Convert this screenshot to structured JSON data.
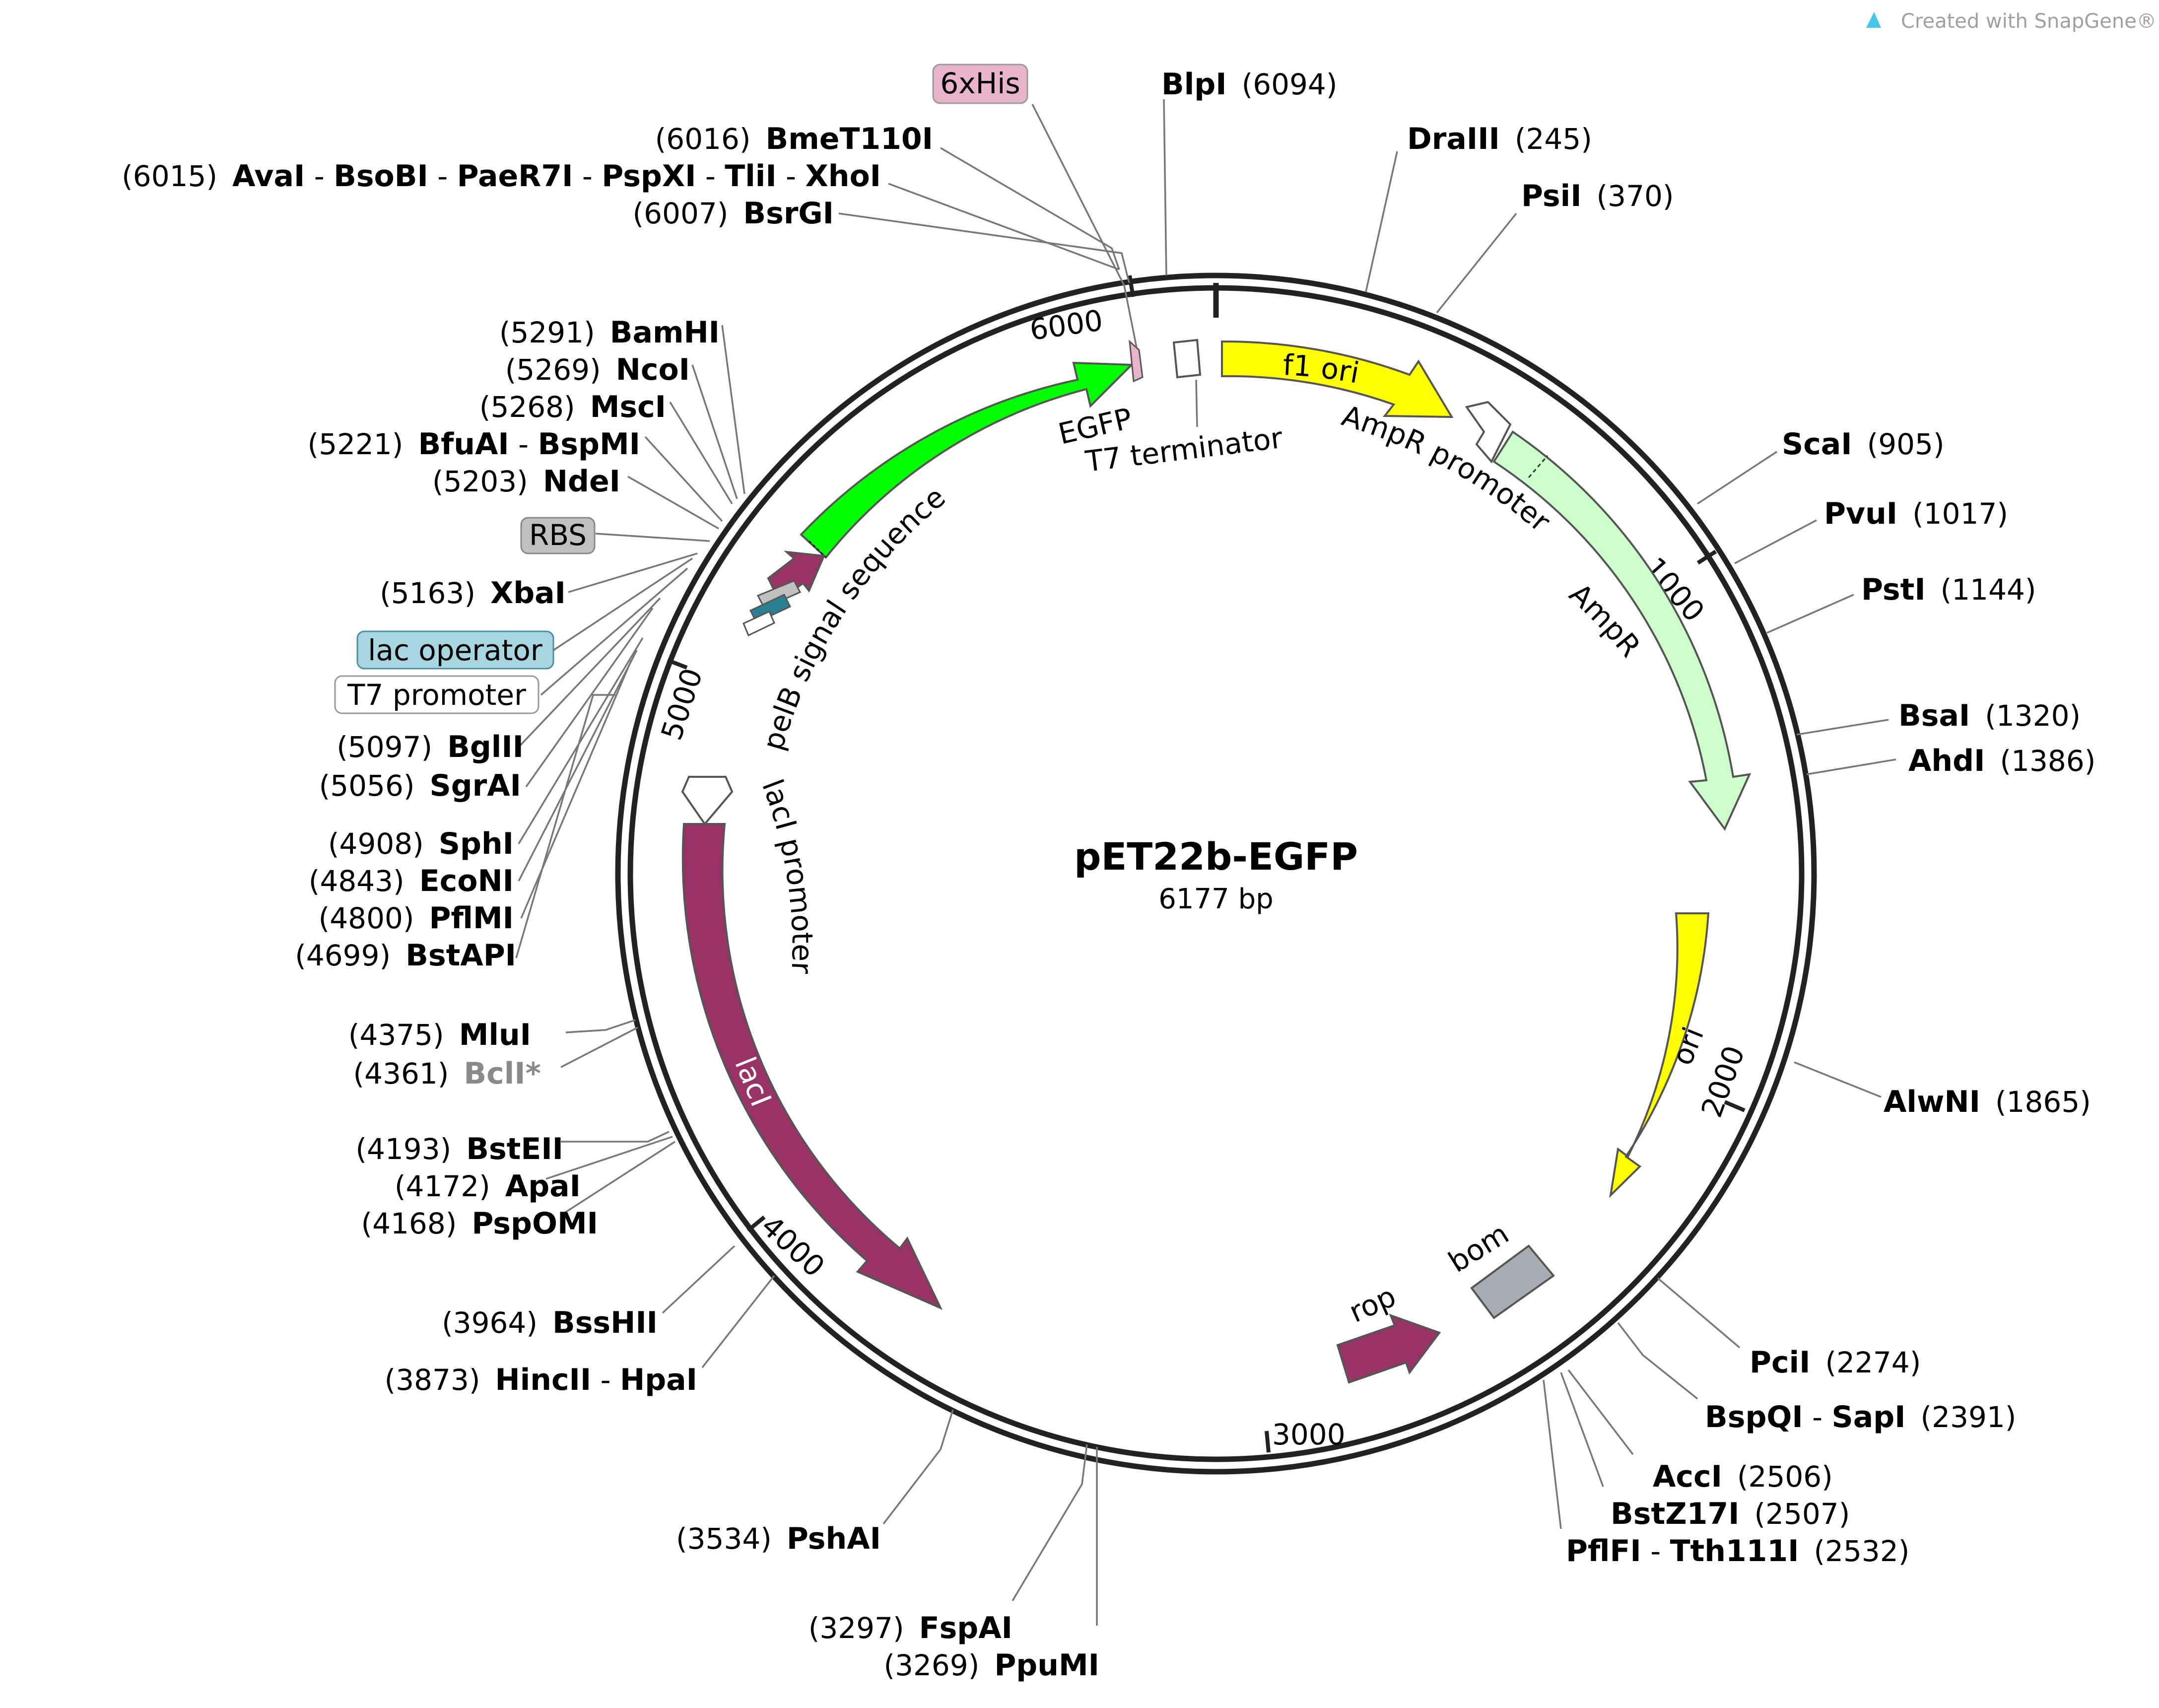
{
  "watermark": "Created with SnapGene®",
  "plasmid": {
    "name": "pET22b-EGFP",
    "size": "6177 bp",
    "length": 6177
  },
  "ticks": [
    "1000",
    "2000",
    "3000",
    "4000",
    "5000",
    "6000"
  ],
  "features": [
    {
      "name": "f1 ori",
      "label_inside": true,
      "color": "#ffff00"
    },
    {
      "name": "AmpR promoter",
      "color": "#ffffff"
    },
    {
      "name": "AmpR",
      "color": "#ccffcc"
    },
    {
      "name": "ori",
      "label_inside": true,
      "color": "#ffff00"
    },
    {
      "name": "bom",
      "color": "#a6acb3"
    },
    {
      "name": "rop",
      "color": "#993366"
    },
    {
      "name": "lacI",
      "label_inside": true,
      "color": "#993366"
    },
    {
      "name": "lacI promoter",
      "color": "#ffffff"
    },
    {
      "name": "pelB signal sequence",
      "color": "#993366"
    },
    {
      "name": "EGFP",
      "color": "#00ff00"
    },
    {
      "name": "T7 terminator",
      "color": "#ffffff"
    }
  ],
  "boxed_features": [
    {
      "name": "6xHis",
      "color": "#e8b4cc"
    },
    {
      "name": "RBS",
      "color": "#c0c0c0"
    },
    {
      "name": "lac operator",
      "color": "#a7d5e0"
    },
    {
      "name": "T7 promoter",
      "color": "#ffffff"
    }
  ],
  "sites": [
    {
      "enzymes": [
        "BlpI"
      ],
      "pos": "6094"
    },
    {
      "enzymes": [
        "DraIII"
      ],
      "pos": "245"
    },
    {
      "enzymes": [
        "PsiI"
      ],
      "pos": "370"
    },
    {
      "enzymes": [
        "BmeT110I"
      ],
      "pos": "6016"
    },
    {
      "enzymes": [
        "AvaI",
        "BsoBI",
        "PaeR7I",
        "PspXI",
        "TliI",
        "XhoI"
      ],
      "pos": "6015"
    },
    {
      "enzymes": [
        "BsrGI"
      ],
      "pos": "6007"
    },
    {
      "enzymes": [
        "ScaI"
      ],
      "pos": "905"
    },
    {
      "enzymes": [
        "PvuI"
      ],
      "pos": "1017"
    },
    {
      "enzymes": [
        "PstI"
      ],
      "pos": "1144"
    },
    {
      "enzymes": [
        "BsaI"
      ],
      "pos": "1320"
    },
    {
      "enzymes": [
        "AhdI"
      ],
      "pos": "1386"
    },
    {
      "enzymes": [
        "AlwNI"
      ],
      "pos": "1865"
    },
    {
      "enzymes": [
        "PciI"
      ],
      "pos": "2274"
    },
    {
      "enzymes": [
        "BspQI",
        "SapI"
      ],
      "pos": "2391"
    },
    {
      "enzymes": [
        "AccI"
      ],
      "pos": "2506"
    },
    {
      "enzymes": [
        "BstZ17I"
      ],
      "pos": "2507"
    },
    {
      "enzymes": [
        "PflFI",
        "Tth111I"
      ],
      "pos": "2532"
    },
    {
      "enzymes": [
        "BamHI"
      ],
      "pos": "5291"
    },
    {
      "enzymes": [
        "NcoI"
      ],
      "pos": "5269"
    },
    {
      "enzymes": [
        "MscI"
      ],
      "pos": "5268"
    },
    {
      "enzymes": [
        "BfuAI",
        "BspMI"
      ],
      "pos": "5221"
    },
    {
      "enzymes": [
        "NdeI"
      ],
      "pos": "5203"
    },
    {
      "enzymes": [
        "XbaI"
      ],
      "pos": "5163"
    },
    {
      "enzymes": [
        "BglII"
      ],
      "pos": "5097"
    },
    {
      "enzymes": [
        "SgrAI"
      ],
      "pos": "5056"
    },
    {
      "enzymes": [
        "SphI"
      ],
      "pos": "4908"
    },
    {
      "enzymes": [
        "EcoNI"
      ],
      "pos": "4843"
    },
    {
      "enzymes": [
        "PflMI"
      ],
      "pos": "4800"
    },
    {
      "enzymes": [
        "BstAPI"
      ],
      "pos": "4699"
    },
    {
      "enzymes": [
        "MluI"
      ],
      "pos": "4375"
    },
    {
      "enzymes": [
        "BclI*"
      ],
      "pos": "4361",
      "muted": true
    },
    {
      "enzymes": [
        "BstEII"
      ],
      "pos": "4193"
    },
    {
      "enzymes": [
        "ApaI"
      ],
      "pos": "4172"
    },
    {
      "enzymes": [
        "PspOMI"
      ],
      "pos": "4168"
    },
    {
      "enzymes": [
        "BssHII"
      ],
      "pos": "3964"
    },
    {
      "enzymes": [
        "HincII",
        "HpaI"
      ],
      "pos": "3873"
    },
    {
      "enzymes": [
        "PshAI"
      ],
      "pos": "3534"
    },
    {
      "enzymes": [
        "FspAI"
      ],
      "pos": "3297"
    },
    {
      "enzymes": [
        "PpuMI"
      ],
      "pos": "3269"
    }
  ]
}
